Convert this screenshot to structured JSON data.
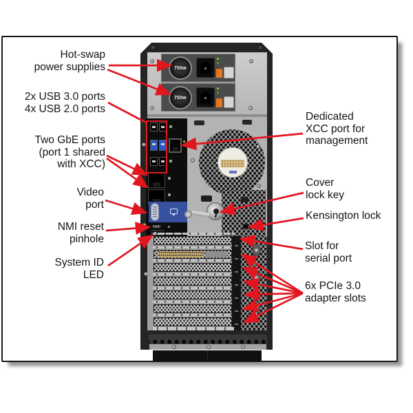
{
  "figure": {
    "description": "Tower server rear view diagram with callout labels",
    "colors": {
      "accent": "#e2161f",
      "vga_blue": "#35519f",
      "psu_orange": "#e8761c"
    },
    "labels_left": [
      {
        "id": "psu",
        "lines": [
          "Hot-swap",
          "power supplies"
        ]
      },
      {
        "id": "usb",
        "lines": [
          "2x USB 3.0 ports",
          "4x USB 2.0 ports"
        ]
      },
      {
        "id": "gbe",
        "lines": [
          "Two GbE ports",
          "(port 1 shared",
          "with XCC)"
        ]
      },
      {
        "id": "video",
        "lines": [
          "Video",
          "port"
        ]
      },
      {
        "id": "nmi",
        "lines": [
          "NMI reset",
          "pinhole"
        ]
      },
      {
        "id": "sysid",
        "lines": [
          "System ID",
          "LED"
        ]
      }
    ],
    "labels_right": [
      {
        "id": "xcc",
        "lines": [
          "Dedicated",
          "XCC port for",
          "management"
        ]
      },
      {
        "id": "cover",
        "lines": [
          "Cover",
          "lock key"
        ]
      },
      {
        "id": "kensington",
        "lines": [
          "Kensington lock"
        ]
      },
      {
        "id": "serial",
        "lines": [
          "Slot for",
          "serial port"
        ]
      },
      {
        "id": "pcie",
        "lines": [
          "6x PCIe 3.0",
          "adapter slots"
        ]
      }
    ],
    "server": {
      "psu_wattage": "750w",
      "nmi_label": "NMI"
    }
  }
}
